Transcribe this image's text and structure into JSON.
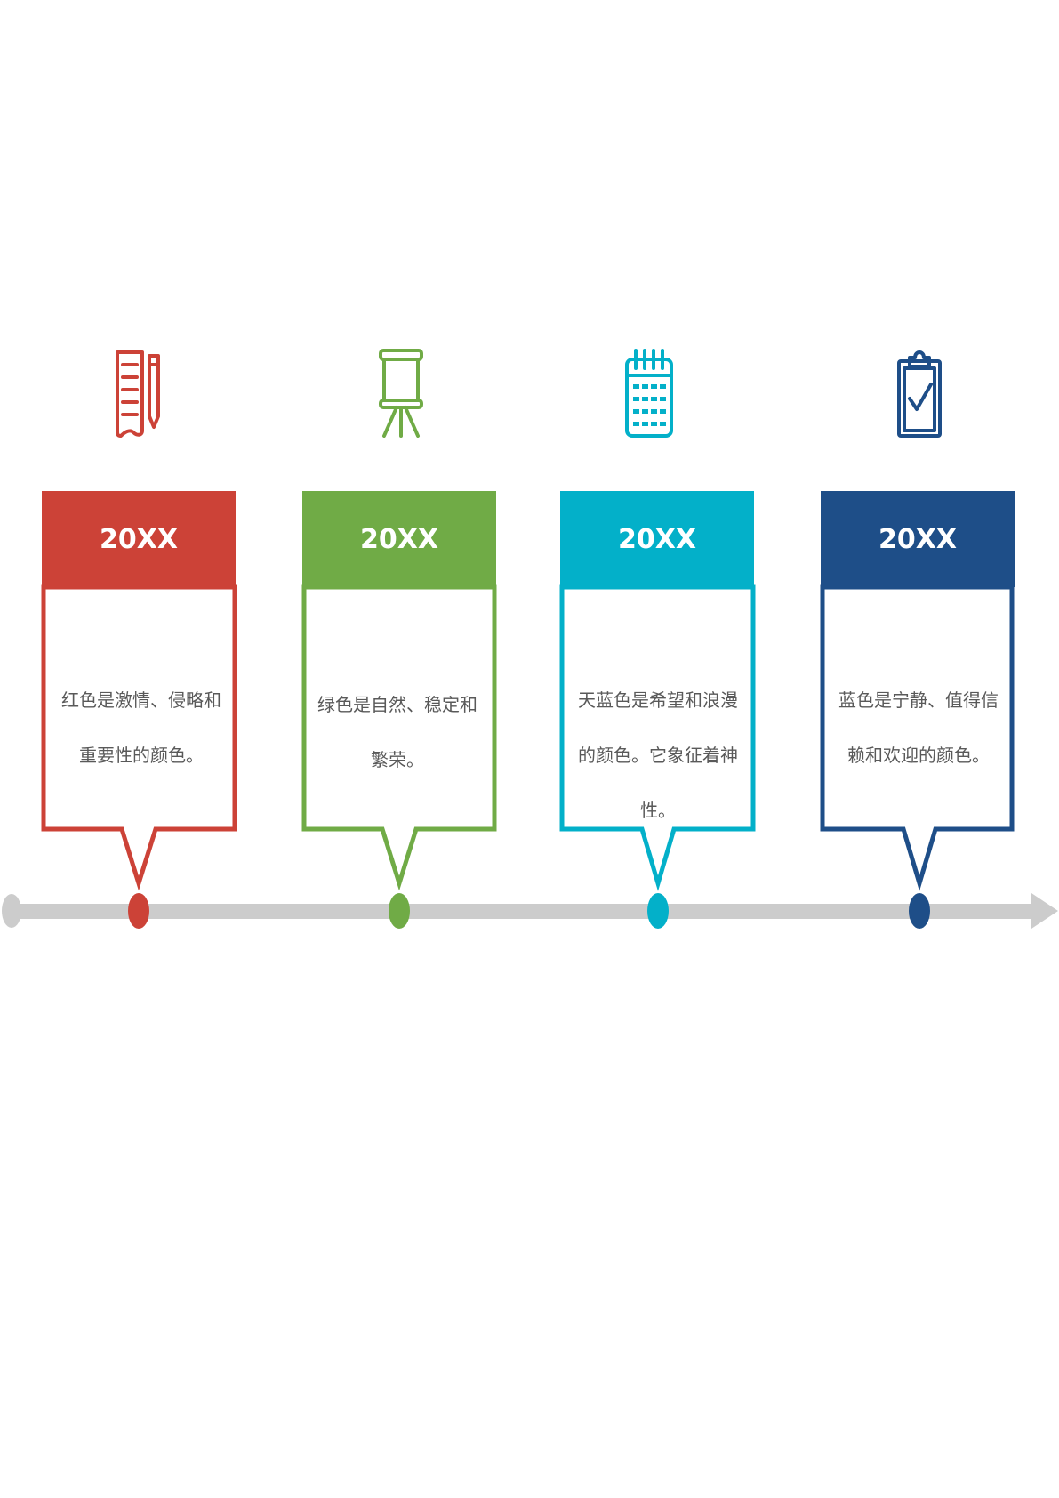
{
  "colors": {
    "red": "#cc4237",
    "green": "#70ab46",
    "cyan": "#03b0c9",
    "navy": "#1e4e88",
    "axis": "#cccccc",
    "text": "#595959"
  },
  "cards": [
    {
      "title": "20XX",
      "text": "红色是激情、侵略和重要性的颜色。",
      "icon": "notes-pencil-icon",
      "color": "#cc4237"
    },
    {
      "title": "20XX",
      "text": "绿色是自然、稳定和繁荣。",
      "icon": "easel-board-icon",
      "color": "#70ab46"
    },
    {
      "title": "20XX",
      "text": "天蓝色是希望和浪漫的颜色。它象征着神性。",
      "icon": "calendar-icon",
      "color": "#03b0c9"
    },
    {
      "title": "20XX",
      "text": "蓝色是宁静、值得信赖和欢迎的颜色。",
      "icon": "clipboard-check-icon",
      "color": "#1e4e88"
    }
  ]
}
